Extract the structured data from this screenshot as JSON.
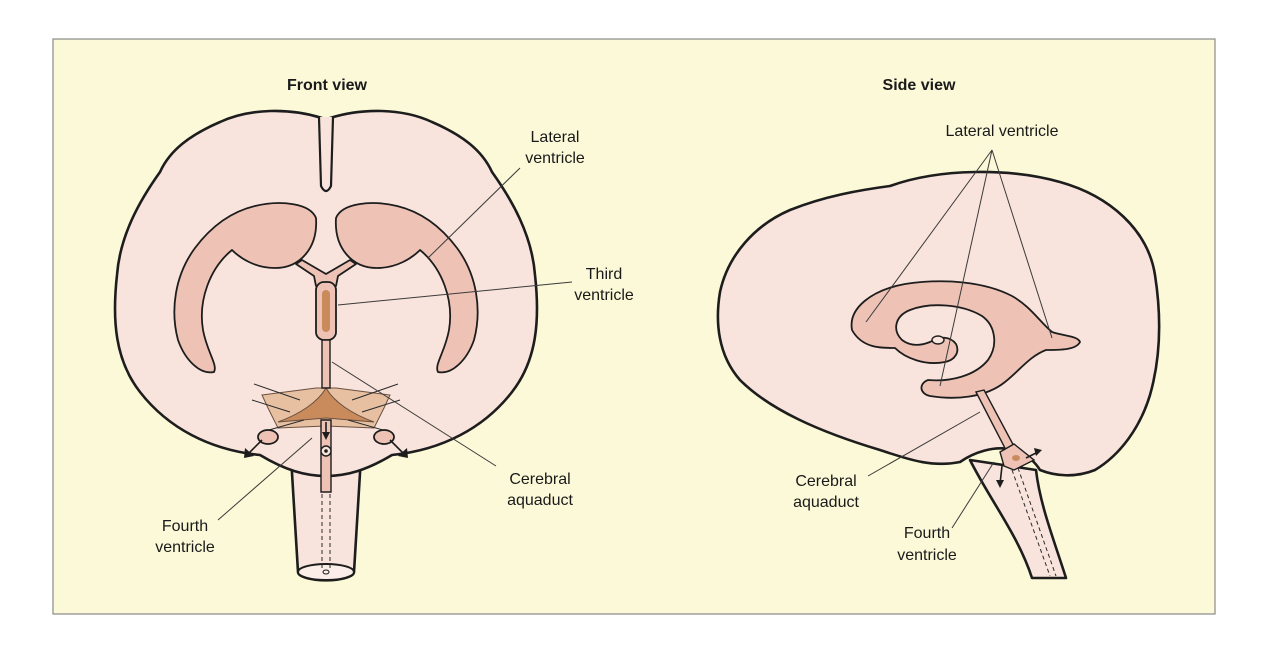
{
  "figure": {
    "background": "#fcf9d8",
    "brain_fill": "#f8e4dc",
    "ventricle_fill": "#eec3b6",
    "front_view": {
      "title": "Front view",
      "labels": {
        "lateral_ventricle_line1": "Lateral",
        "lateral_ventricle_line2": "ventricle",
        "third_ventricle_line1": "Third",
        "third_ventricle_line2": "ventricle",
        "cerebral_aquaduct_line1": "Cerebral",
        "cerebral_aquaduct_line2": "aquaduct",
        "fourth_ventricle_line1": "Fourth",
        "fourth_ventricle_line2": "ventricle"
      }
    },
    "side_view": {
      "title": "Side view",
      "labels": {
        "lateral_ventricle": "Lateral ventricle",
        "cerebral_aquaduct_line1": "Cerebral",
        "cerebral_aquaduct_line2": "aquaduct",
        "fourth_ventricle_line1": "Fourth",
        "fourth_ventricle_line2": "ventricle"
      }
    }
  }
}
